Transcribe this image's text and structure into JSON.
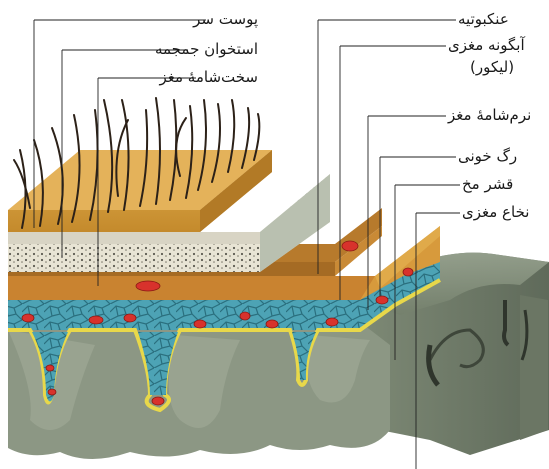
{
  "labels": {
    "left": {
      "scalp": "پوست سر",
      "skull": "استخوان جمجمه",
      "dura": "سخت‌شامهٔ مغز"
    },
    "right": {
      "arachnoid": "عنکبوتیه",
      "csf_line1": "آبگونه مغزی",
      "csf_line2": "(لیکور)",
      "pia": "نرم‌شامهٔ مغز",
      "vessel": "رگ خونی",
      "cortex": "قشر مخ",
      "medulla": "نخاع مغزی"
    }
  },
  "colors": {
    "scalp": "#d9a441",
    "skull_bone": "#e6e2d2",
    "dura": "#c98b3a",
    "csf": "#4fa6b8",
    "pia": "#e8d84a",
    "vessel": "#d8322c",
    "cortex": "#8f9a86",
    "hair": "#2c2118"
  }
}
